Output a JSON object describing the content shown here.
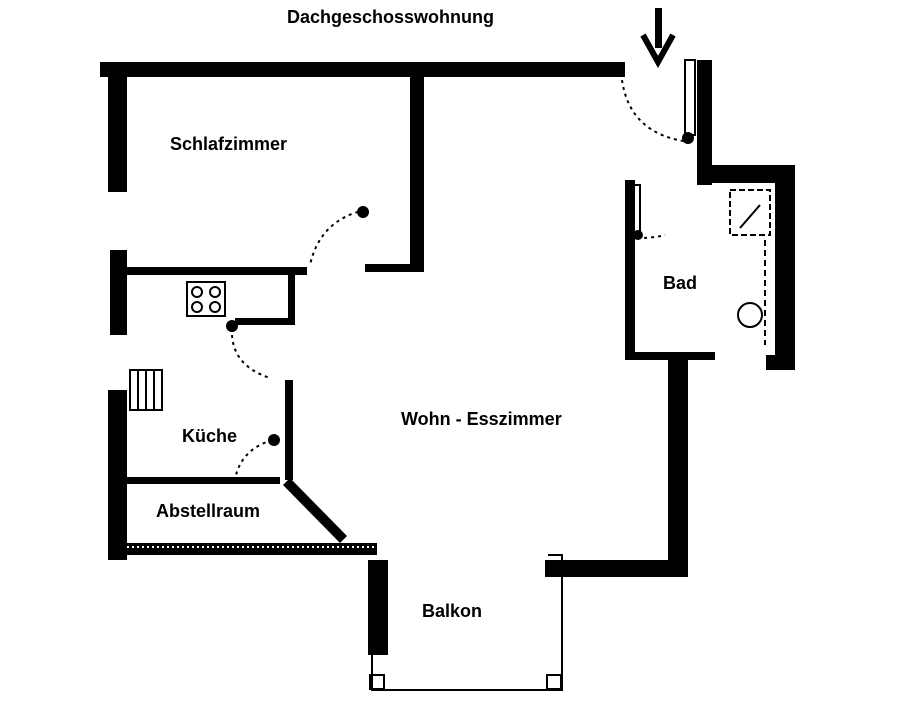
{
  "plan": {
    "title": "Dachgeschosswohnung",
    "rooms": {
      "schlafzimmer": "Schlafzimmer",
      "bad": "Bad",
      "kueche": "Küche",
      "wohn_esszimmer": "Wohn - Esszimmer",
      "abstellraum": "Abstellraum",
      "balkon": "Balkon"
    },
    "entrance_icon": "arrow-down-icon",
    "wall_color": "#000000"
  }
}
